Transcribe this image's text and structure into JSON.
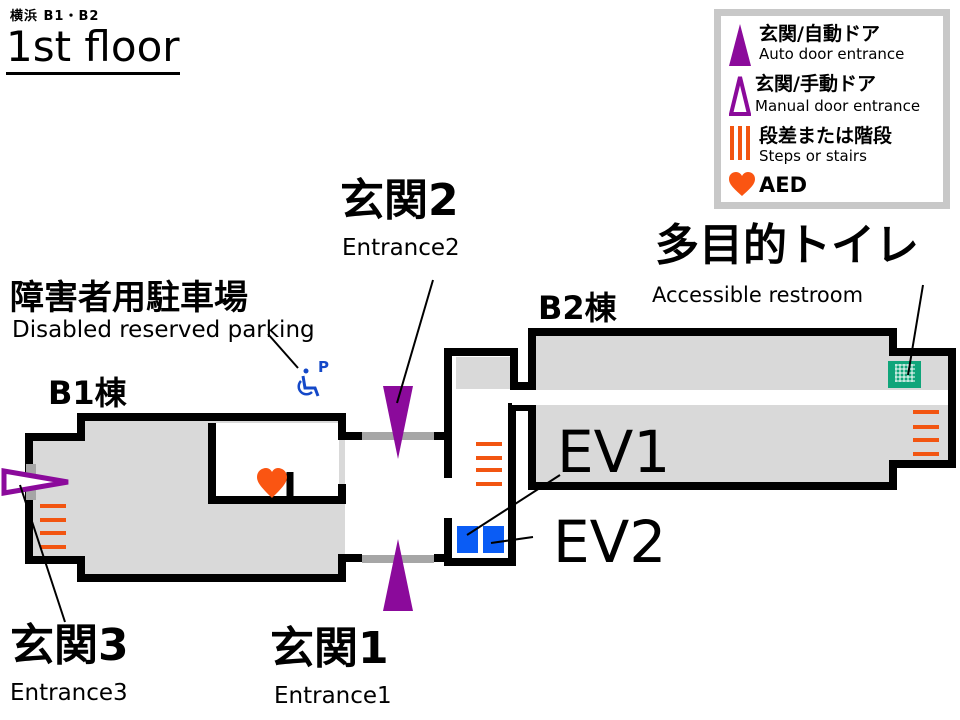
{
  "header": {
    "subtitle": "横浜 B1・B2",
    "title": "1st floor"
  },
  "legend": {
    "items": [
      {
        "icon": "auto-door-triangle-icon",
        "jp": "玄関/自動ドア",
        "en": "Auto door entrance"
      },
      {
        "icon": "manual-door-triangle-icon",
        "jp": "玄関/手動ドア",
        "en": "Manual door entrance"
      },
      {
        "icon": "steps-bars-icon",
        "jp": "段差または階段",
        "en": "Steps or stairs"
      },
      {
        "icon": "heart-icon",
        "jp": "AED",
        "en": ""
      }
    ]
  },
  "buildings": {
    "b1": "B1棟",
    "b2": "B2棟"
  },
  "labels": {
    "entrance1": {
      "jp": "玄関1",
      "en": "Entrance1"
    },
    "entrance2": {
      "jp": "玄関2",
      "en": "Entrance2"
    },
    "entrance3": {
      "jp": "玄関3",
      "en": "Entrance3"
    },
    "parking": {
      "jp": "障害者用駐車場",
      "en": "Disabled reserved parking",
      "icon_letter": "P"
    },
    "restroom": {
      "jp": "多目的トイレ",
      "en": "Accessible restroom"
    },
    "ev1": "EV1",
    "ev2": "EV2"
  },
  "colors": {
    "wall": "#000000",
    "floor": "#d9d9d9",
    "door": "#a6a6a6",
    "entrance": "#8b0a9b",
    "steps": "#f25511",
    "aed": "#fa5512",
    "elevator": "#0a5cf5",
    "restroom": "#10a57a",
    "parking": "#1448c8",
    "legend_border": "#c8c8c8"
  }
}
